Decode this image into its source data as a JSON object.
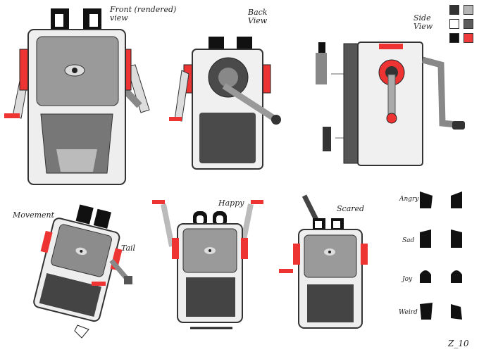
{
  "labels": {
    "front": "Front (rendered)\nview",
    "back": "Back\nView",
    "side": "Side\nView",
    "movement": "Movement",
    "tail": "Tail",
    "happy": "Happy",
    "scared": "Scared"
  },
  "emotions": [
    "Angry",
    "Sad",
    "Joy",
    "Weird"
  ],
  "palette": [
    "#333333",
    "#b5b5b5",
    "#ffffff",
    "#5c5c5c",
    "#111111",
    "#ef3b3b"
  ],
  "signature": "Z_10"
}
